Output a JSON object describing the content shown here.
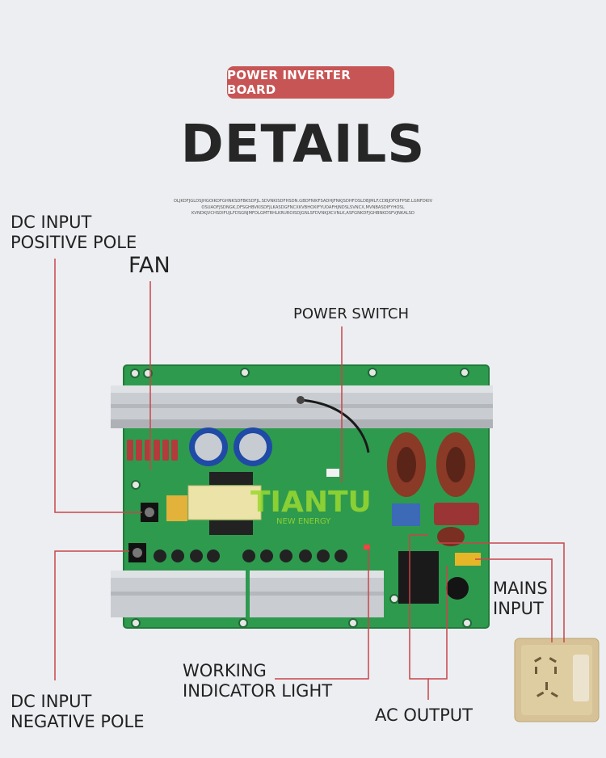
{
  "badge": "POWER INVERTER BOARD",
  "title": "DETAILS",
  "fine_print": [
    "OLJKDFJGLDSJHGOIKDFGHNKSDFBKSDFJL.SDVNKISDFHSDN.GBDFNIKFSADHJFNKJSDHFOSLDBJMLF.CDBJDFOIFPSE.LGNFDKIV",
    "OSUAOFJSDNGK,DFSGHBVKISDFJLKASDGFNCXKVBHOXIFYUOAFHJNDSLSVNCX,MVNBASDIFYHOSL",
    "KVNDKJVCHSDIFUJLFDSGNJMFDLGMTRHLKRUROISDJGNLSFDVNKJXCVNLK,ASFGNKDFJGHBNKDSFVJNKALSD"
  ],
  "labels": {
    "dc_positive_line1": "DC INPUT",
    "dc_positive_line2": "POSITIVE POLE",
    "fan": "FAN",
    "power_switch": "POWER SWITCH",
    "mains_line1": "MAINS",
    "mains_line2": "INPUT",
    "working_line1": "WORKING",
    "working_line2": "INDICATOR LIGHT",
    "dc_negative_line1": "DC INPUT",
    "dc_negative_line2": "NEGATIVE POLE",
    "ac_output": "AC OUTPUT"
  },
  "board_logo": {
    "brand": "TIANTU",
    "sub": "NEW ENERGY"
  },
  "colors": {
    "badge": "#c85555",
    "pcb": "#2e9a4e",
    "callout_line": "#c8454a",
    "heatsink": "#c9cdd1",
    "socket": "#d6c296"
  }
}
